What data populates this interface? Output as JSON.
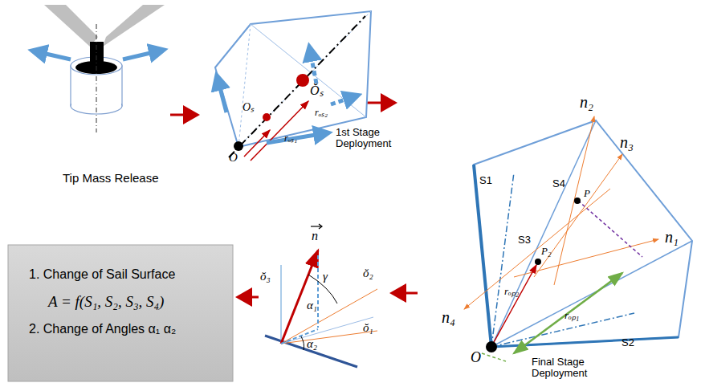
{
  "diagram": {
    "nodes": [
      {
        "text": [
          "1. Change of Sail Surface",
          "A = f(S₁, S₂, S₃, S₄)",
          "2. Change of Angles α₁ α₂"
        ]
      }
    ],
    "labels": [
      "Tip Mass Release",
      "O",
      "Oₛ",
      "Ŏₛ",
      "rₒₛ₂",
      "rₒₛ₁",
      "1st Stage Deployment",
      "S1",
      "S4",
      "S3",
      "S2",
      "n₂",
      "n₃",
      "n₁",
      "n₄",
      "P",
      "P₂",
      "rₒₚ₂",
      "rₒₚ₁",
      "O",
      "Final Stage Deployment",
      "n",
      "γ",
      "ŏ₃",
      "ŏ₂",
      "ŏ₁",
      "α₁",
      "α₂"
    ]
  }
}
